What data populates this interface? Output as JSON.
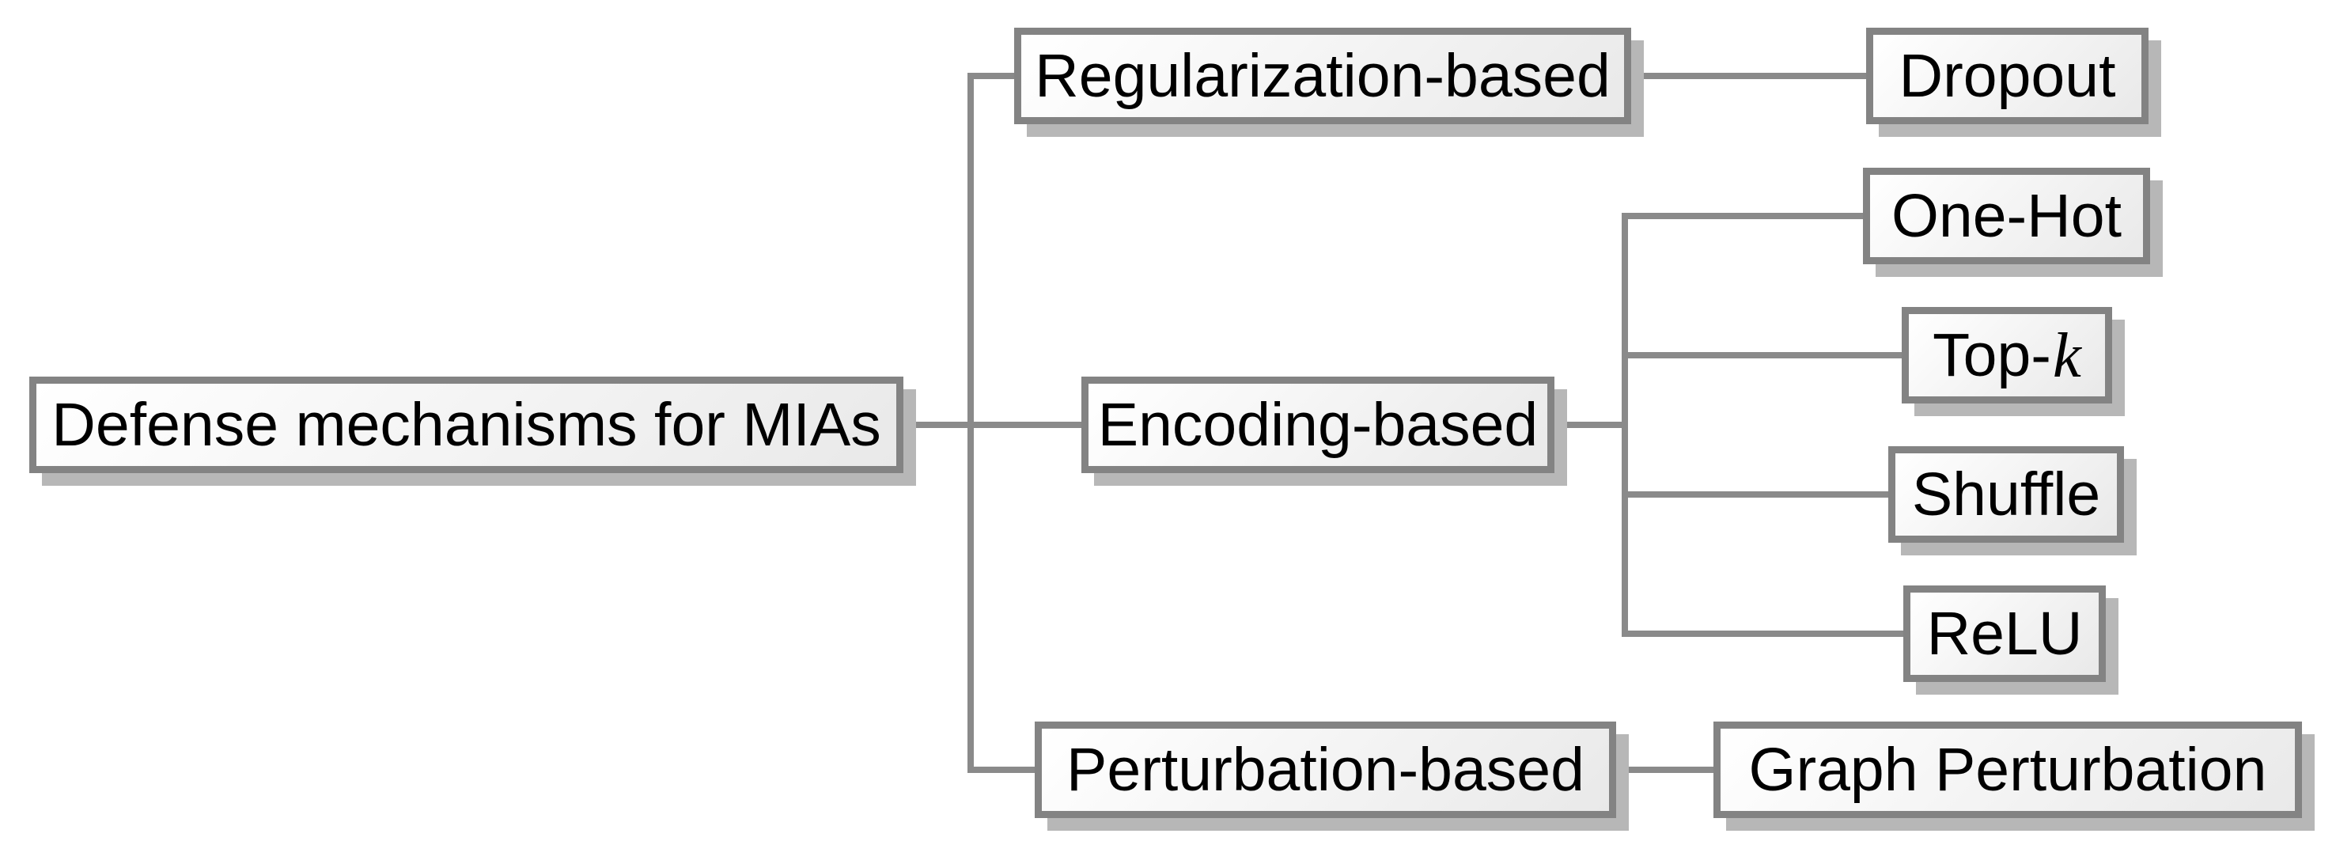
{
  "diagram": {
    "root": {
      "label": "Defense mechanisms for MIAs"
    },
    "branches": [
      {
        "label": "Regularization-based",
        "children": [
          {
            "label": "Dropout"
          }
        ]
      },
      {
        "label": "Encoding-based",
        "children": [
          {
            "label": "One-Hot"
          },
          {
            "label_prefix": "Top-",
            "label_math": "k"
          },
          {
            "label": "Shuffle"
          },
          {
            "label": "ReLU"
          }
        ]
      },
      {
        "label": "Perturbation-based",
        "children": [
          {
            "label": "Graph Perturbation"
          }
        ]
      }
    ]
  },
  "colors": {
    "node_border": "#838383",
    "connector": "#8a8a8a",
    "node_shadow": "#b7b7b7",
    "node_fill_light": "#ffffff",
    "node_fill_mid": "#f5f5f5",
    "node_fill_dark": "#e9e9e9",
    "text_color": "#000000",
    "page_bg": "#ffffff"
  }
}
